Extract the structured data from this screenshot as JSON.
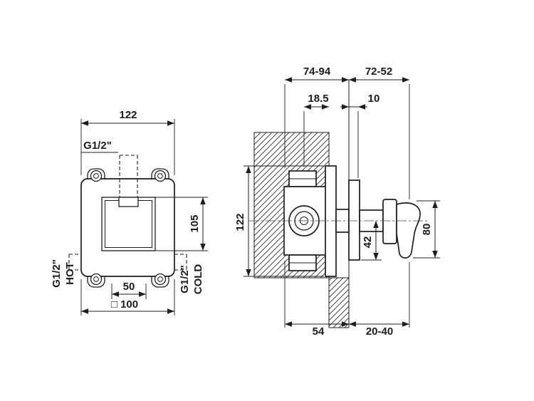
{
  "front_view": {
    "dim_overall_width": "122",
    "label_top_port": "G1/2\"",
    "dim_vertical": "105",
    "label_hot_thread": "G1/2\"",
    "label_hot": "HOT",
    "dim_bottom_spacing": "50",
    "dim_plate": "□ 100",
    "label_cold_thread": "G1/2\"",
    "label_cold": "COLD"
  },
  "side_view": {
    "dim_depth_range_top": "74-94",
    "dim_protrusion_range_top": "72-52",
    "dim_cartridge_offset": "18.5",
    "dim_plate_offset": "10",
    "dim_body_height": "122",
    "dim_trim_height": "80",
    "dim_bottom_offset": "42",
    "dim_body_depth": "54",
    "dim_wall_thickness_range": "20-40"
  },
  "colors": {
    "line": "#1d1d1d",
    "hatch": "#4a4a4a",
    "background": "#ffffff"
  }
}
